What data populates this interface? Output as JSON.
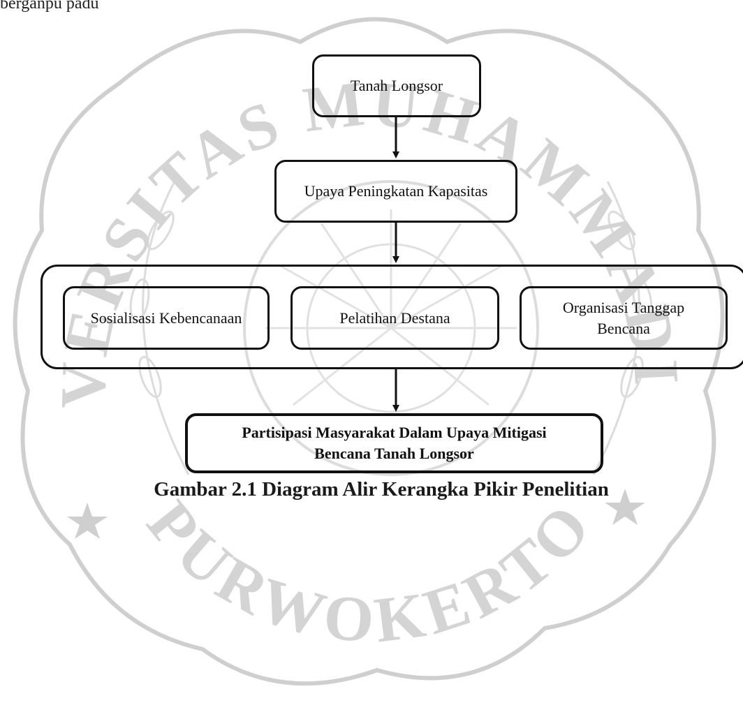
{
  "intro_text": "berganpu padu",
  "watermark": {
    "top_text": "UNIVERSITAS MUHAMMADIYAH",
    "bottom_text": "PURWOKERTO",
    "colors": {
      "stroke": "#c8c8c8",
      "text": "#d4d4d4"
    }
  },
  "diagram": {
    "top": "Tanah Longsor",
    "middle": "Upaya Peningkatan Kapasitas",
    "group": [
      "Sosialisasi Kebencanaan",
      "Pelatihan Destana",
      "Organisasi Tanggap\nBencana"
    ],
    "result_line1": "Partisipasi Masyarakat Dalam Upaya Mitigasi",
    "result_line2": "Bencana Tanah Longsor"
  },
  "caption": "Gambar 2.1 Diagram Alir Kerangka Pikir Penelitian"
}
